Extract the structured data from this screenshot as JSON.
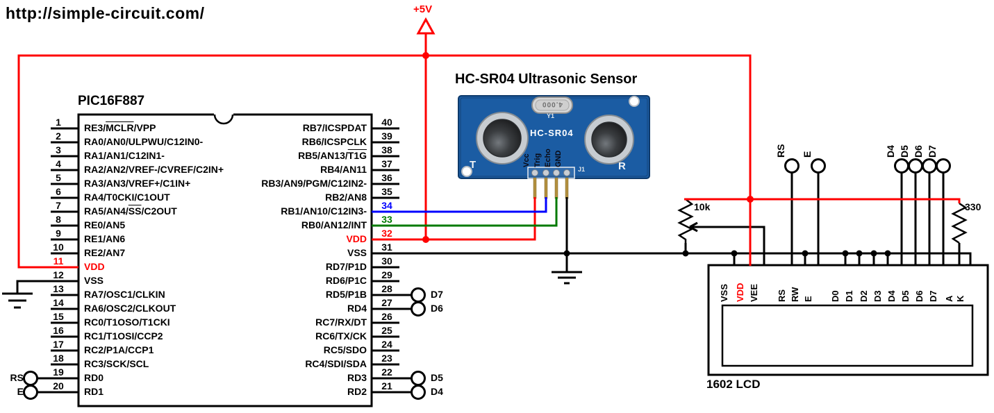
{
  "header": {
    "url": "http://simple-circuit.com/"
  },
  "supply": {
    "label": "+5V"
  },
  "pic": {
    "title": "PIC16F887",
    "left_pins": [
      {
        "n": "1",
        "pre": "RE3/",
        "over": "MCLR",
        "post": "/VPP"
      },
      {
        "n": "2",
        "pre": "RA0/AN0/ULPWU/C12IN0-",
        "over": "",
        "post": ""
      },
      {
        "n": "3",
        "pre": "RA1/AN1/C12IN1-",
        "over": "",
        "post": ""
      },
      {
        "n": "4",
        "pre": "RA2/AN2/VREF-/CVREF/C2IN+",
        "over": "",
        "post": ""
      },
      {
        "n": "5",
        "pre": "RA3/AN3/VREF+/C1IN+",
        "over": "",
        "post": ""
      },
      {
        "n": "6",
        "pre": "RA4/T0CKI/C1OUT",
        "over": "",
        "post": ""
      },
      {
        "n": "7",
        "pre": "RA5/AN4/",
        "over": "SS",
        "post": "/C2OUT"
      },
      {
        "n": "8",
        "pre": "RE0/AN5",
        "over": "",
        "post": ""
      },
      {
        "n": "9",
        "pre": "RE1/AN6",
        "over": "",
        "post": ""
      },
      {
        "n": "10",
        "pre": "RE2/AN7",
        "over": "",
        "post": ""
      },
      {
        "n": "11",
        "pre": "VDD",
        "over": "",
        "post": "",
        "num_color": "red",
        "name_color": "red"
      },
      {
        "n": "12",
        "pre": "VSS",
        "over": "",
        "post": ""
      },
      {
        "n": "13",
        "pre": "RA7/OSC1/CLKIN",
        "over": "",
        "post": ""
      },
      {
        "n": "14",
        "pre": "RA6/OSC2/CLKOUT",
        "over": "",
        "post": ""
      },
      {
        "n": "15",
        "pre": "RC0/T1OSO/T1CKI",
        "over": "",
        "post": ""
      },
      {
        "n": "16",
        "pre": "RC1/T1OSI/CCP2",
        "over": "",
        "post": ""
      },
      {
        "n": "17",
        "pre": "RC2/P1A/CCP1",
        "over": "",
        "post": ""
      },
      {
        "n": "18",
        "pre": "RC3/SCK/SCL",
        "over": "",
        "post": ""
      },
      {
        "n": "19",
        "pre": "RD0",
        "over": "",
        "post": ""
      },
      {
        "n": "20",
        "pre": "RD1",
        "over": "",
        "post": ""
      }
    ],
    "right_pins": [
      {
        "n": "40",
        "pre": "RB7/ICSPDAT",
        "over": "",
        "post": ""
      },
      {
        "n": "39",
        "pre": "RB6/ICSPCLK",
        "over": "",
        "post": ""
      },
      {
        "n": "38",
        "pre": "RB5/AN13/",
        "over": "T1G",
        "post": ""
      },
      {
        "n": "37",
        "pre": "RB4/AN11",
        "over": "",
        "post": ""
      },
      {
        "n": "36",
        "pre": "RB3/AN9/PGM/C12IN2-",
        "over": "",
        "post": ""
      },
      {
        "n": "35",
        "pre": "RB2/AN8",
        "over": "",
        "post": ""
      },
      {
        "n": "34",
        "pre": "RB1/AN10/C12IN3-",
        "over": "",
        "post": "",
        "num_color": "blue"
      },
      {
        "n": "33",
        "pre": "RB0/AN12/INT",
        "over": "",
        "post": "",
        "num_color": "green"
      },
      {
        "n": "32",
        "pre": "VDD",
        "over": "",
        "post": "",
        "num_color": "red",
        "name_color": "red"
      },
      {
        "n": "31",
        "pre": "VSS",
        "over": "",
        "post": ""
      },
      {
        "n": "30",
        "pre": "RD7/P1D",
        "over": "",
        "post": ""
      },
      {
        "n": "29",
        "pre": "RD6/P1C",
        "over": "",
        "post": ""
      },
      {
        "n": "28",
        "pre": "RD5/P1B",
        "over": "",
        "post": ""
      },
      {
        "n": "27",
        "pre": "RD4",
        "over": "",
        "post": ""
      },
      {
        "n": "26",
        "pre": "RC7/RX/DT",
        "over": "",
        "post": ""
      },
      {
        "n": "25",
        "pre": "RC6/TX/CK",
        "over": "",
        "post": ""
      },
      {
        "n": "24",
        "pre": "RC5/SDO",
        "over": "",
        "post": ""
      },
      {
        "n": "23",
        "pre": "RC4/SDI/SDA",
        "over": "",
        "post": ""
      },
      {
        "n": "22",
        "pre": "RD3",
        "over": "",
        "post": ""
      },
      {
        "n": "21",
        "pre": "RD2",
        "over": "",
        "post": ""
      }
    ]
  },
  "sensor": {
    "title": "HC-SR04 Ultrasonic Sensor",
    "board_label": "HC-SR04",
    "transducer_left": "T",
    "transducer_right": "R",
    "crystal_value": "4.000",
    "crystal_ref": "Y1",
    "connector_ref": "J1",
    "pins": [
      "Vcc",
      "Trig",
      "Echo",
      "GND"
    ]
  },
  "lcd": {
    "title": "1602 LCD",
    "pins": [
      "VSS",
      "VDD",
      "VEE",
      "RS",
      "RW",
      "E",
      "D0",
      "D1",
      "D2",
      "D3",
      "D4",
      "D5",
      "D6",
      "D7",
      "A",
      "K"
    ]
  },
  "terminals": {
    "mcu_left": [
      "RS",
      "E"
    ],
    "mcu_right": [
      "D7",
      "D6",
      "D5",
      "D4"
    ],
    "lcd_top": [
      "RS",
      "E",
      "D4",
      "D5",
      "D6",
      "D7"
    ]
  },
  "resistors": {
    "pot": "10k",
    "backlight": "330"
  },
  "colors": {
    "wire_red": "#ff0000",
    "wire_blue": "#0000ff",
    "wire_green": "#007a00",
    "wire_black": "#000000",
    "board_blue": "#1b5ca3"
  }
}
